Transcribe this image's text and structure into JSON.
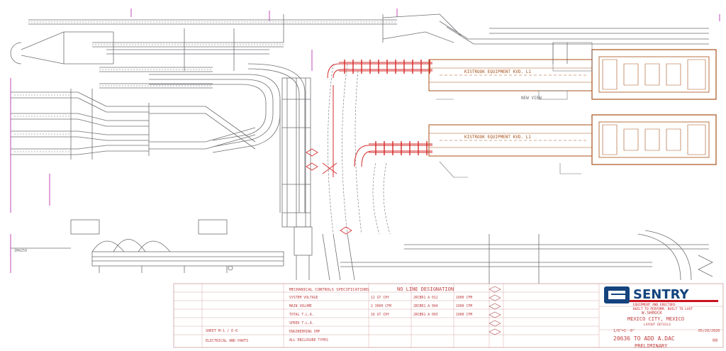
{
  "labels": {
    "oven_top": "KISTROOK EQUIPMENT KVD. L1",
    "oven_bottom": "KISTROOK EQUIPMENT KVD. L1",
    "new_view": "NEW VIEW",
    "line_left": "IM4259"
  },
  "title_block": {
    "spec_title": "MECHANICAL CONTROLS SPECIFICATIONS",
    "spec_rows": [
      {
        "name": "SYSTEM VOLTAGE",
        "value": "12 GT CHY",
        "eq": "2RCBR1 A 012",
        "cfm": "1000 CFM"
      },
      {
        "name": "MAIN VOLUME",
        "value": "2 3000 CFM",
        "eq": "2RCBR1 A 004",
        "cfm": "1000 CFM"
      },
      {
        "name": "TOTAL T.L.A.",
        "value": "16 GT CHY",
        "eq": "2RCBR1 A 003",
        "cfm": "1000 CFM"
      },
      {
        "name": "SPEED T.L.A.",
        "value": "",
        "eq": "",
        "cfm": ""
      },
      {
        "name": "ENGINEERING CMP",
        "value": "",
        "eq": "",
        "cfm": ""
      },
      {
        "name": "ALL ENCLOSURE TYPES",
        "value": "",
        "eq": "",
        "cfm": ""
      }
    ],
    "no_designation": "NO LINE DESIGNATION",
    "sheet_note": "SHEET M-1 / E-6",
    "sheet_note2": "ELECTRICAL AND PARTS",
    "company": "SENTRY",
    "company_sub": "EQUIPMENT AND ERECTORS",
    "tagline": "BUILT TO PERFORM. BUILT TO LAST",
    "client": "W.SHROCK",
    "location": "MEXICO CITY, MEXICO",
    "location_sub": "LAYOUT DETAILS",
    "scale": "1/8\"=1'-0\"",
    "date": "05/20/2020",
    "drawing_title": "20636 TO ADD A.DAC",
    "status": "PRELIMINARY",
    "sheet_no": "00"
  },
  "colors": {
    "line": "#6e6e72",
    "red": "#d42828",
    "orange": "#a8521a",
    "magenta": "#c04ab8",
    "brand_blue": "#15447e",
    "brand_red": "#c8141e"
  }
}
